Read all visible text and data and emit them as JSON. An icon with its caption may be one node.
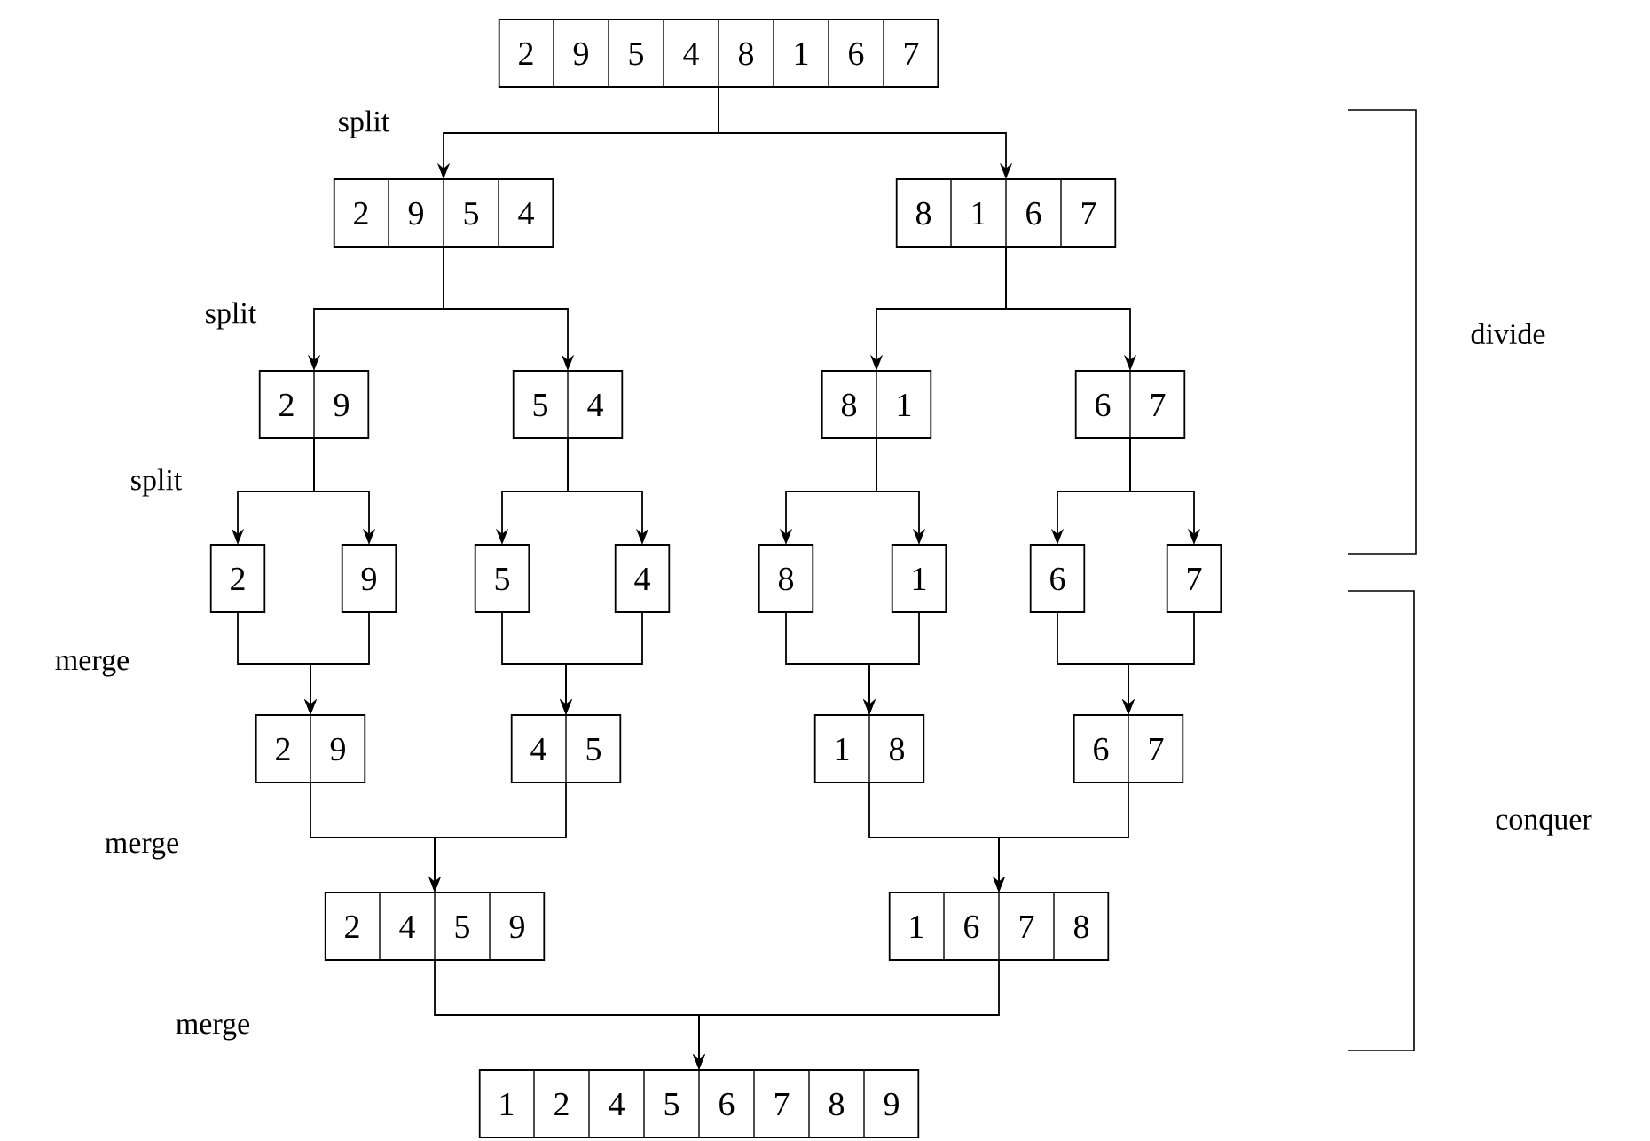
{
  "diagram": {
    "nodes": [
      {
        "text": [
          "2",
          "9",
          "5",
          "4",
          "8",
          "1",
          "6",
          "7"
        ]
      },
      {
        "text": [
          "2",
          "9",
          "5",
          "4"
        ]
      },
      {
        "text": [
          "8",
          "1",
          "6",
          "7"
        ]
      },
      {
        "text": [
          "2",
          "9"
        ]
      },
      {
        "text": [
          "5",
          "4"
        ]
      },
      {
        "text": [
          "8",
          "1"
        ]
      },
      {
        "text": [
          "6",
          "7"
        ]
      },
      {
        "text": [
          "2"
        ]
      },
      {
        "text": [
          "9"
        ]
      },
      {
        "text": [
          "5"
        ]
      },
      {
        "text": [
          "4"
        ]
      },
      {
        "text": [
          "8"
        ]
      },
      {
        "text": [
          "1"
        ]
      },
      {
        "text": [
          "6"
        ]
      },
      {
        "text": [
          "7"
        ]
      },
      {
        "text": [
          "2",
          "9"
        ]
      },
      {
        "text": [
          "4",
          "5"
        ]
      },
      {
        "text": [
          "1",
          "8"
        ]
      },
      {
        "text": [
          "6",
          "7"
        ]
      },
      {
        "text": [
          "2",
          "4",
          "5",
          "9"
        ]
      },
      {
        "text": [
          "1",
          "6",
          "7",
          "8"
        ]
      },
      {
        "text": [
          "1",
          "2",
          "4",
          "5",
          "6",
          "7",
          "8",
          "9"
        ]
      }
    ],
    "edges": [
      {
        "from": 0,
        "to": 1,
        "arrow": "to"
      },
      {
        "from": 0,
        "to": 2,
        "arrow": "to"
      },
      {
        "from": 1,
        "to": 3,
        "arrow": "to"
      },
      {
        "from": 1,
        "to": 4,
        "arrow": "to"
      },
      {
        "from": 2,
        "to": 5,
        "arrow": "to"
      },
      {
        "from": 2,
        "to": 6,
        "arrow": "to"
      },
      {
        "from": 3,
        "to": 7,
        "arrow": "to"
      },
      {
        "from": 3,
        "to": 8,
        "arrow": "to"
      },
      {
        "from": 4,
        "to": 9,
        "arrow": "to"
      },
      {
        "from": 4,
        "to": 10,
        "arrow": "to"
      },
      {
        "from": 5,
        "to": 11,
        "arrow": "to"
      },
      {
        "from": 5,
        "to": 12,
        "arrow": "to"
      },
      {
        "from": 6,
        "to": 13,
        "arrow": "to"
      },
      {
        "from": 6,
        "to": 14,
        "arrow": "to"
      },
      {
        "from": 7,
        "to": 15,
        "arrow": "to"
      },
      {
        "from": 8,
        "to": 15,
        "arrow": "to"
      },
      {
        "from": 9,
        "to": 16,
        "arrow": "to"
      },
      {
        "from": 10,
        "to": 16,
        "arrow": "to"
      },
      {
        "from": 11,
        "to": 17,
        "arrow": "to"
      },
      {
        "from": 12,
        "to": 17,
        "arrow": "to"
      },
      {
        "from": 13,
        "to": 18,
        "arrow": "to"
      },
      {
        "from": 14,
        "to": 18,
        "arrow": "to"
      },
      {
        "from": 15,
        "to": 19,
        "arrow": "to"
      },
      {
        "from": 16,
        "to": 19,
        "arrow": "to"
      },
      {
        "from": 17,
        "to": 20,
        "arrow": "to"
      },
      {
        "from": 18,
        "to": 20,
        "arrow": "to"
      },
      {
        "from": 19,
        "to": 21,
        "arrow": "to"
      },
      {
        "from": 20,
        "to": 21,
        "arrow": "to"
      }
    ],
    "labels": [
      "split",
      "divide",
      "split",
      "split",
      "merge",
      "conquer",
      "merge",
      "merge"
    ]
  }
}
